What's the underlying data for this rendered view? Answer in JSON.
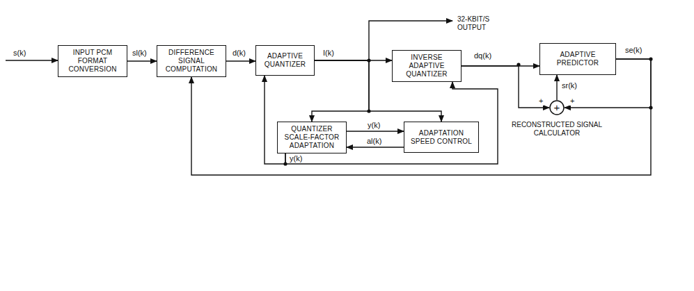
{
  "diagram": {
    "nodes": [
      {
        "text": [
          "INPUT PCM FORMAT CONVERSION"
        ]
      },
      {
        "text": [
          "DIFFERENCE SIGNAL COMPUTATION"
        ]
      },
      {
        "text": [
          "ADAPTIVE QUANTIZER"
        ]
      },
      {
        "text": [
          "INVERSE ADAPTIVE QUANTIZER"
        ]
      },
      {
        "text": [
          "ADAPTIVE PREDICTOR"
        ]
      },
      {
        "text": [
          "QUANTIZER SCALE-FACTOR ADAPTATION"
        ]
      },
      {
        "text": [
          "ADAPTATION SPEED CONTROL"
        ]
      },
      {
        "text": [
          "+",
          "RECONSTRUCTED SIGNAL CALCULATOR"
        ]
      }
    ],
    "edges": [
      {
        "from": 0,
        "to": 1,
        "arrow": "to"
      },
      {
        "from": 1,
        "to": 2,
        "arrow": "to"
      },
      {
        "from": 2,
        "to": 3,
        "arrow": "to"
      },
      {
        "from": 2,
        "to": 5,
        "arrow": "to"
      },
      {
        "from": 2,
        "to": 6,
        "arrow": "to"
      },
      {
        "from": 3,
        "to": 4,
        "arrow": "to"
      },
      {
        "from": 3,
        "to": 7,
        "arrow": "to"
      },
      {
        "from": 4,
        "to": 7,
        "arrow": "to"
      },
      {
        "from": 4,
        "to": 1,
        "arrow": "to"
      },
      {
        "from": 7,
        "to": 4,
        "arrow": "to"
      },
      {
        "from": 5,
        "to": 6,
        "arrow": "to"
      },
      {
        "from": 6,
        "to": 5,
        "arrow": "to"
      },
      {
        "from": 5,
        "to": 2,
        "arrow": "to"
      },
      {
        "from": 5,
        "to": 3,
        "arrow": "to"
      }
    ],
    "labels": [
      "s(k)",
      "sl(k)",
      "d(k)",
      "I(k)",
      "32-KBIT/S OUTPUT",
      "dq(k)",
      "se(k)",
      "sr(k)",
      "+",
      "+",
      "y(k)",
      "al(k)",
      "y(k)"
    ]
  }
}
